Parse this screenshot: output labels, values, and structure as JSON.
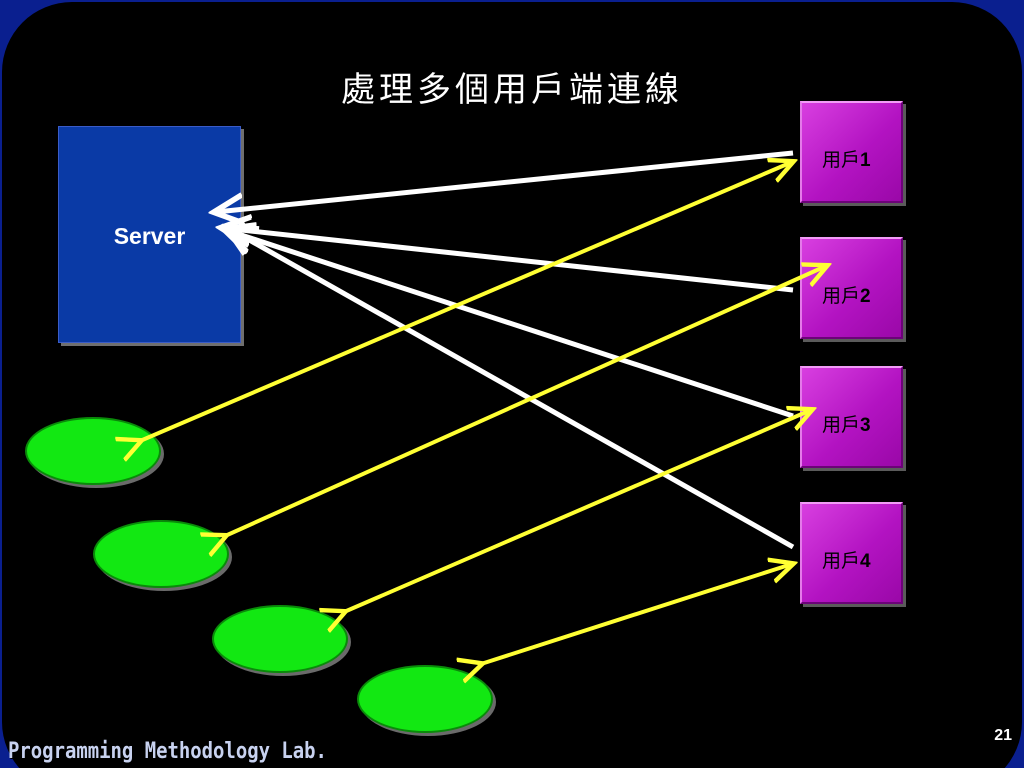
{
  "title": "處理多個用戶端連線",
  "server": {
    "label": "Server"
  },
  "clients": [
    {
      "name": "用戶",
      "num": "1"
    },
    {
      "name": "用戶",
      "num": "2"
    },
    {
      "name": "用戶",
      "num": "3"
    },
    {
      "name": "用戶",
      "num": "4"
    }
  ],
  "footer": "Programming Methodology Lab.",
  "page_number": "21",
  "colors": {
    "background_frame": "#0a1f8f",
    "panel": "#000000",
    "server_box": "#0a3aa6",
    "client_box": "#c022cc",
    "worker_oval": "#12e812",
    "request_arrow": "#ffffff",
    "reply_arrow": "#ffff33"
  }
}
